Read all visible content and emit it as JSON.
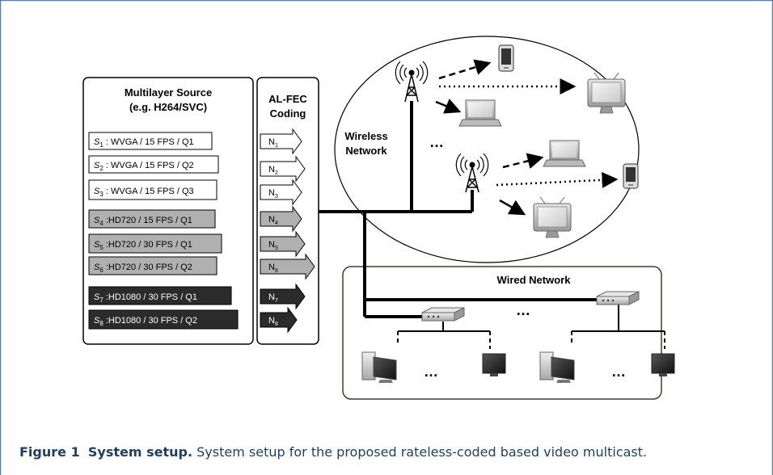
{
  "colors": {
    "frame": "#5b7fa3",
    "caption": "#1f3f5f",
    "light": "#ffffff",
    "mid": "#b0b0b0",
    "dark": "#2b2b2b",
    "line": "#000000"
  },
  "source_panel": {
    "title_line1": "Multilayer Source",
    "title_line2": "(e.g. H264/SVC)"
  },
  "fec_panel": {
    "title_line1": "AL-FEC",
    "title_line2": "Coding"
  },
  "layers": [
    {
      "name": "S",
      "sub": "1",
      "sep": " : ",
      "text": "WVGA / 15 FPS / Q1",
      "arrow": "N",
      "arrow_sub": "1",
      "shade": "light"
    },
    {
      "name": "S",
      "sub": "2",
      "sep": " : ",
      "text": "WVGA / 15 FPS / Q2",
      "arrow": "N",
      "arrow_sub": "2",
      "shade": "light"
    },
    {
      "name": "S",
      "sub": "3",
      "sep": " : ",
      "text": "WVGA / 15 FPS / Q3",
      "arrow": "N",
      "arrow_sub": "3",
      "shade": "light"
    },
    {
      "name": "S",
      "sub": "4",
      "sep": " :",
      "text": "HD720 / 15 FPS / Q1",
      "arrow": "N",
      "arrow_sub": "4",
      "shade": "mid"
    },
    {
      "name": "S",
      "sub": "5",
      "sep": " :",
      "text": "HD720 / 30 FPS / Q1",
      "arrow": "N",
      "arrow_sub": "5",
      "shade": "mid"
    },
    {
      "name": "S",
      "sub": "6",
      "sep": " :",
      "text": "HD720 / 30 FPS / Q2",
      "arrow": "N",
      "arrow_sub": "6",
      "shade": "mid"
    },
    {
      "name": "S",
      "sub": "7",
      "sep": " :",
      "text": "HD1080 / 30 FPS / Q1",
      "arrow": "N",
      "arrow_sub": "7",
      "shade": "dark"
    },
    {
      "name": "S",
      "sub": "8",
      "sep": " :",
      "text": "HD1080 / 30 FPS / Q2",
      "arrow": "N",
      "arrow_sub": "8",
      "shade": "dark"
    }
  ],
  "wireless": {
    "label_line1": "Wireless",
    "label_line2": "Network",
    "ellipsis": "…"
  },
  "wired": {
    "label": "Wired Network",
    "ellipsis": "…"
  },
  "caption": {
    "label": "Figure 1",
    "title": "System setup.",
    "text": "System setup for the proposed rateless-coded based video multicast."
  }
}
